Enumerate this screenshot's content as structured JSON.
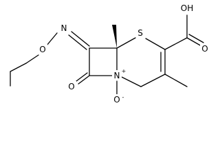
{
  "molecule": {
    "atoms": {
      "N_oxime": "N",
      "O_ether": "O",
      "O_lactam": "O",
      "N_ring": "N",
      "N_ring_charge": "+",
      "O_oxide": "O",
      "O_oxide_charge": "-",
      "S_ring": "S",
      "O_acid_oh": "OH",
      "O_acid_carbonyl": "O"
    },
    "stereo": {
      "C6_H": "wedge-up"
    }
  }
}
